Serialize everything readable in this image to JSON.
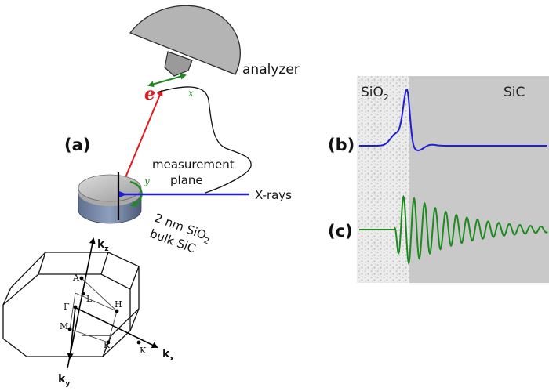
{
  "left_panel": {
    "label_a": "(a)",
    "analyzer_label": "analyzer",
    "vector_e": "e",
    "axis_x": "x",
    "axis_y": "y",
    "measurement_plane_line1": "measurement",
    "measurement_plane_line2": "plane",
    "xrays_label": "X-rays",
    "sample_line1_prefix": "2 nm SiO",
    "sample_line1_sub": "2",
    "sample_line2": "bulk SiC",
    "colors": {
      "e_vector": "#e41a1c",
      "xray_beam": "#1f1fd6",
      "axis_arrows": "#1f8a1f"
    }
  },
  "brillouin_zone": {
    "points": [
      "A",
      "L",
      "H",
      "Γ",
      "M",
      "K",
      "K"
    ],
    "axes": {
      "kz": {
        "base": "k",
        "sub": "z"
      },
      "kx": {
        "base": "k",
        "sub": "x"
      },
      "ky": {
        "base": "k",
        "sub": "y"
      }
    }
  },
  "right_panel": {
    "region_left_prefix": "SiO",
    "region_left_sub": "2",
    "region_right": "SiC",
    "label_b": "(b)",
    "label_c": "(c)",
    "colors": {
      "curve_b": "#1f1fd6",
      "curve_c": "#1f8a1f",
      "sic_fill": "#c9c9c9"
    }
  }
}
